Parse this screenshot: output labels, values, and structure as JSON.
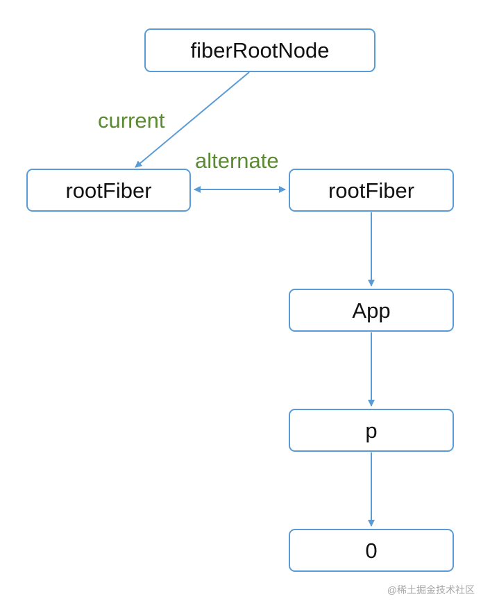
{
  "diagram": {
    "nodes": {
      "fiber_root_node": "fiberRootNode",
      "current_root_fiber": "rootFiber",
      "alternate_root_fiber": "rootFiber",
      "app": "App",
      "p": "p",
      "text_zero": "0"
    },
    "edge_labels": {
      "current": "current",
      "alternate": "alternate"
    }
  },
  "watermark": "@稀土掘金技术社区",
  "colors": {
    "node_border": "#5b9bd5",
    "edge_line": "#5b9bd5",
    "edge_label": "#5a8a32",
    "node_text": "#111111"
  }
}
